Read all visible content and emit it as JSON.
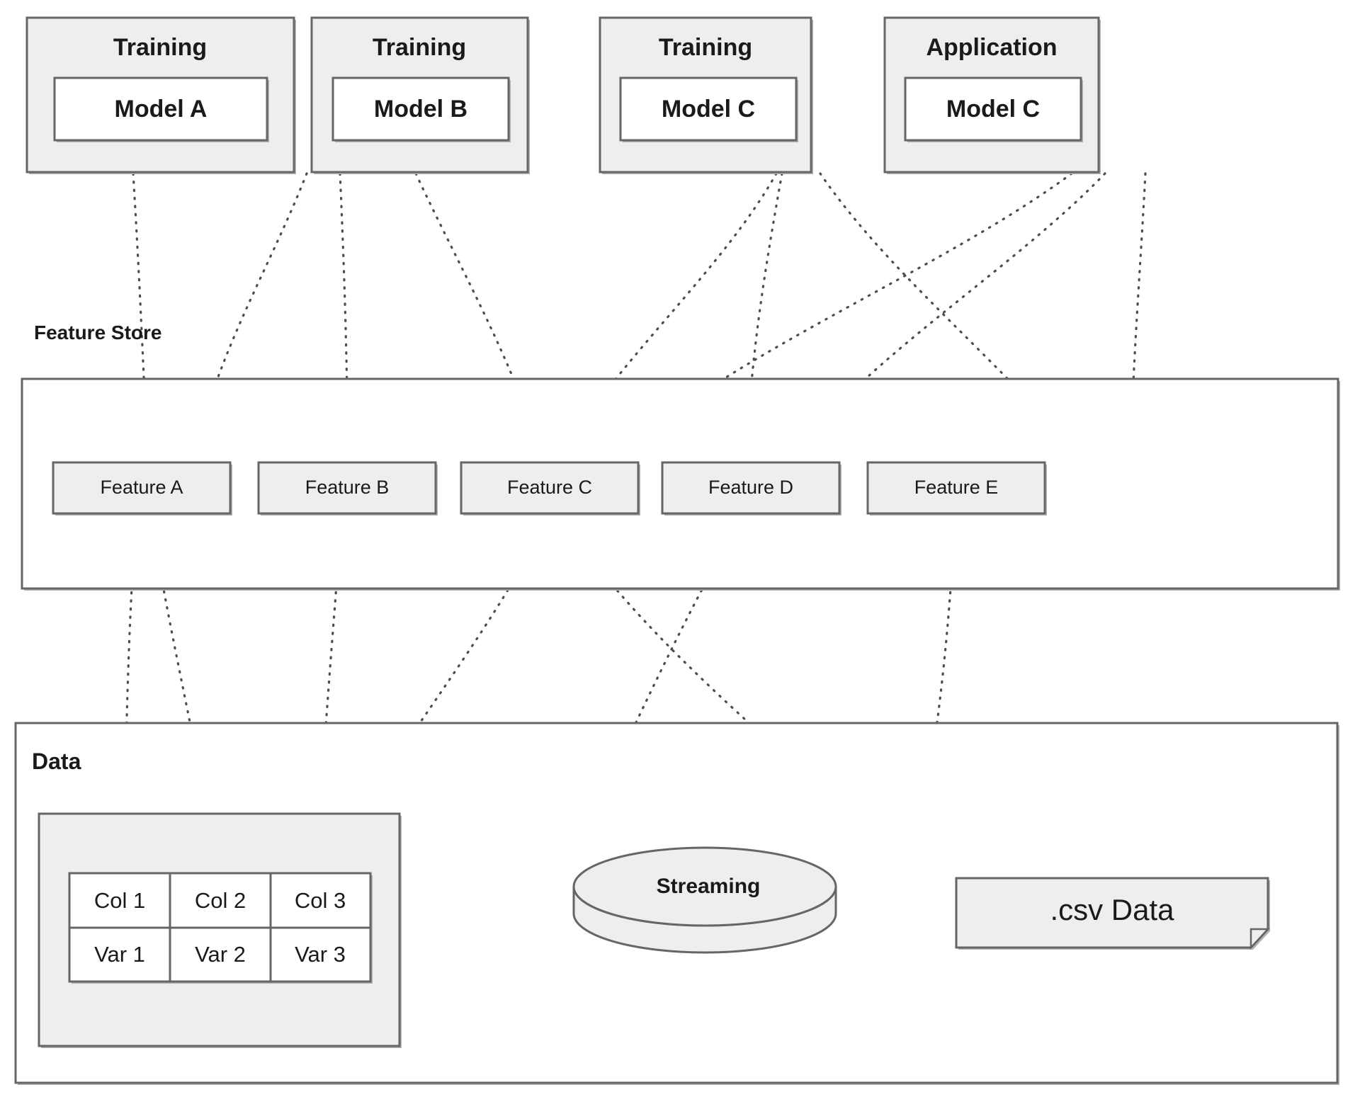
{
  "diagram": {
    "title": "Feature Store architecture",
    "colors": {
      "node_fill": "#eeeeee",
      "node_stroke": "#666666",
      "inner_fill": "#ffffff",
      "edge_stroke": "#4d4d4d",
      "text": "#1a1a1a",
      "shadow": "#b3b3b3"
    },
    "top_nodes": [
      {
        "header": "Training",
        "model": "Model A"
      },
      {
        "header": "Training",
        "model": "Model B"
      },
      {
        "header": "Training",
        "model": "Model C"
      },
      {
        "header": "Application",
        "model": "Model C"
      }
    ],
    "feature_store": {
      "label": "Feature Store",
      "features": [
        {
          "label": "Feature A"
        },
        {
          "label": "Feature B"
        },
        {
          "label": "Feature C"
        },
        {
          "label": "Feature D"
        },
        {
          "label": "Feature E"
        }
      ]
    },
    "data_section": {
      "label": "Data",
      "table": {
        "headers": [
          "Col 1",
          "Col 2",
          "Col 3"
        ],
        "rows": [
          [
            "Var 1",
            "Var 2",
            "Var 3"
          ]
        ]
      },
      "streaming": {
        "label": "Streaming"
      },
      "csv": {
        "label": ".csv Data"
      }
    },
    "connections": [
      {
        "from": "Model A",
        "to": "Feature A"
      },
      {
        "from": "Model B",
        "to": "Feature A"
      },
      {
        "from": "Model B",
        "to": "Feature B"
      },
      {
        "from": "Model B",
        "to": "Feature C"
      },
      {
        "from": "Model C (Training)",
        "to": "Feature C"
      },
      {
        "from": "Model C (Training)",
        "to": "Feature D"
      },
      {
        "from": "Model C (Training)",
        "to": "Feature E"
      },
      {
        "from": "Model C (Application)",
        "to": "Feature C"
      },
      {
        "from": "Model C (Application)",
        "to": "Feature D"
      },
      {
        "from": "Model C (Application)",
        "to": "Feature E"
      },
      {
        "from": "Feature A",
        "to": "Col 1"
      },
      {
        "from": "Feature A",
        "to": "Col 2"
      },
      {
        "from": "Feature B",
        "to": "Col 3"
      },
      {
        "from": "Feature C",
        "to": "Col 3"
      },
      {
        "from": "Feature C",
        "to": ".csv Data"
      },
      {
        "from": "Feature D",
        "to": "Streaming"
      },
      {
        "from": "Feature E",
        "to": ".csv Data"
      }
    ]
  }
}
